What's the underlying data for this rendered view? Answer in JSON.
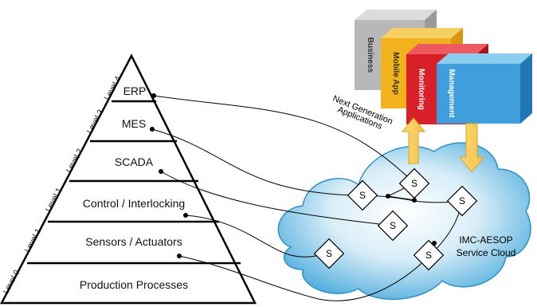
{
  "pyramid": {
    "levels": [
      {
        "name": "ERP",
        "level_label": "Level 4"
      },
      {
        "name": "MES",
        "level_label": "Level 3"
      },
      {
        "name": "SCADA",
        "level_label": "Level 2"
      },
      {
        "name": "Control / Interlocking",
        "level_label": "Level 1"
      },
      {
        "name": "Sensors / Actuators",
        "level_label": "Level 1"
      },
      {
        "name": "Production Processes",
        "level_label": "Level 0"
      }
    ]
  },
  "applications": {
    "label_line1": "Next Generation",
    "label_line2": "Applications",
    "boxes": [
      {
        "name": "Business",
        "color": "#b3b3b3"
      },
      {
        "name": "Mobile App",
        "color": "#f2b21b"
      },
      {
        "name": "Monitoring",
        "color": "#d8202a"
      },
      {
        "name": "Management",
        "color": "#3f9fdc"
      }
    ]
  },
  "cloud": {
    "label_line1": "IMC-AESOP",
    "label_line2": "Service Cloud",
    "service_symbol": "S"
  }
}
